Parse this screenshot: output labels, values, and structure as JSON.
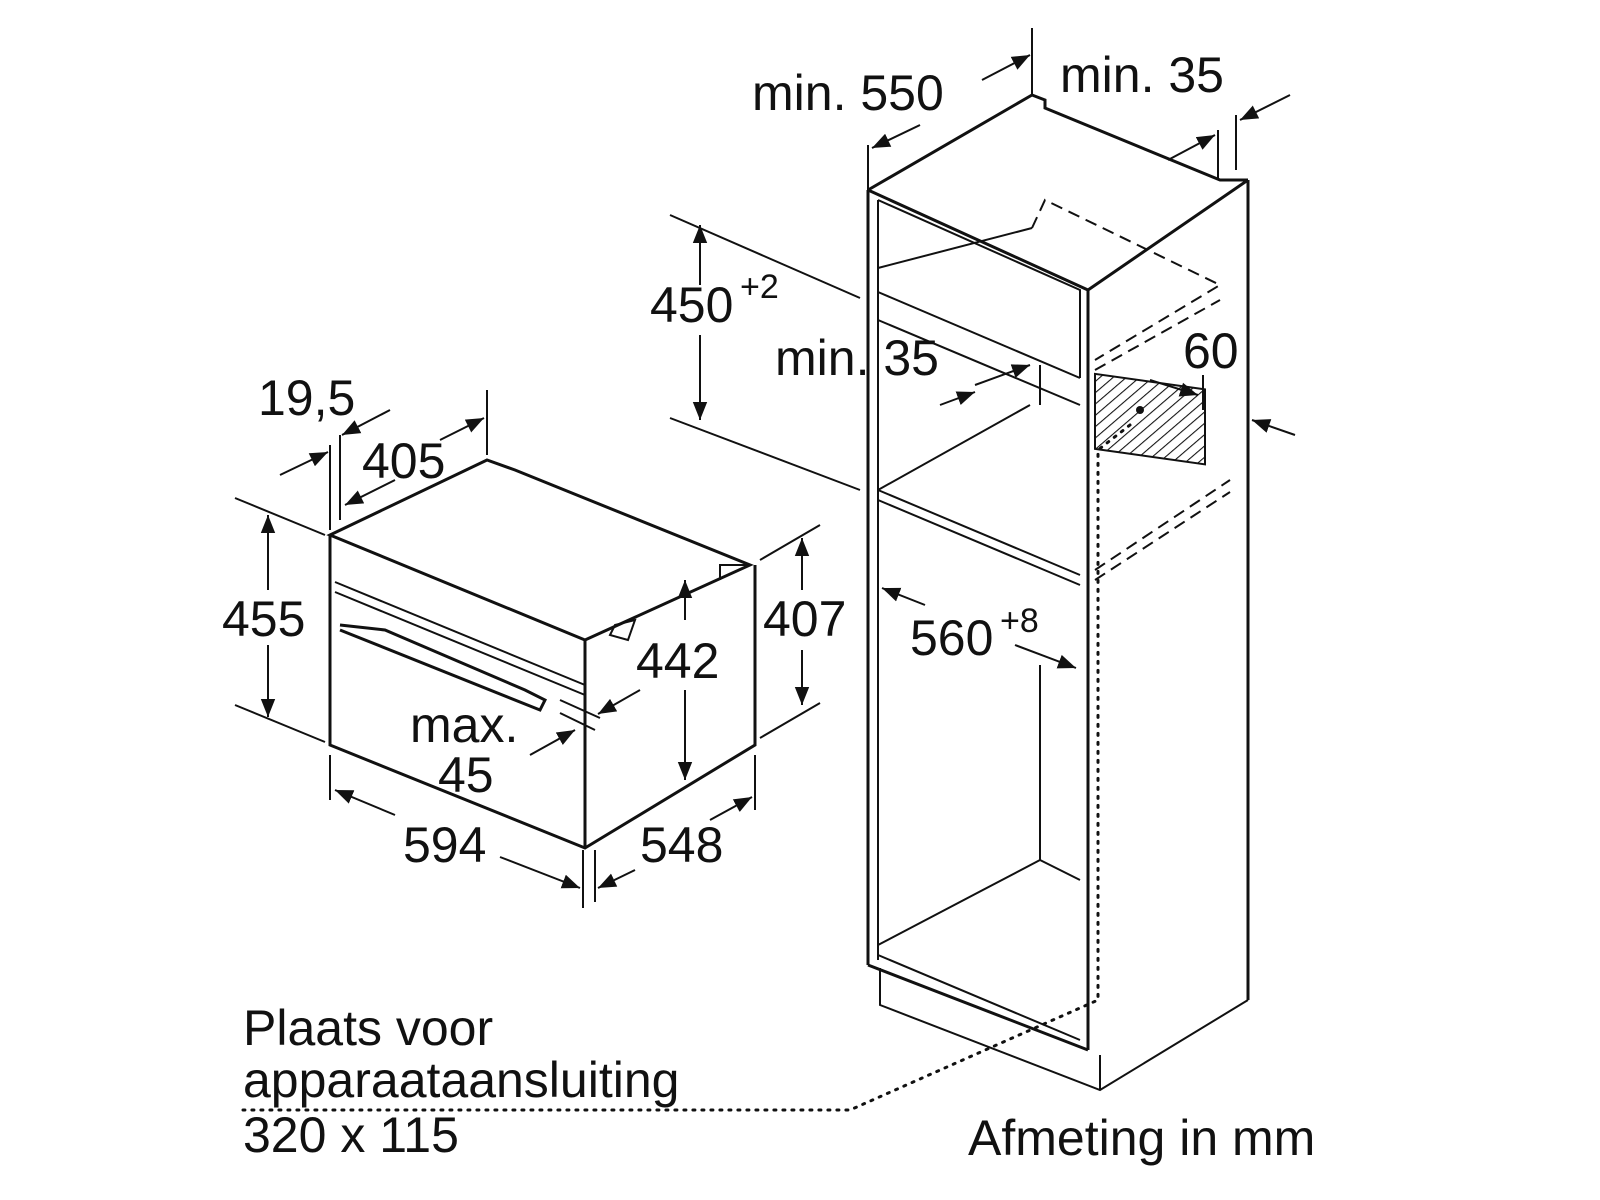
{
  "labels": {
    "cab_depth": "min. 550",
    "cab_top_gap": "min. 35",
    "niche_height": "450",
    "niche_height_tol": "+2",
    "mid_gap": "min. 35",
    "vent": "60",
    "front_offset": "19,5",
    "oven_top_depth": "405",
    "oven_height": "455",
    "oven_body_height": "407",
    "inner_height": "442",
    "niche_width": "560",
    "niche_width_tol": "+8",
    "max_label": "max.",
    "max_value": "45",
    "oven_width": "594",
    "oven_depth": "548"
  },
  "note": {
    "line1": "Plaats voor",
    "line2": "apparaataansluiting",
    "line3": "320 x 115"
  },
  "unit_note": "Afmeting in mm"
}
